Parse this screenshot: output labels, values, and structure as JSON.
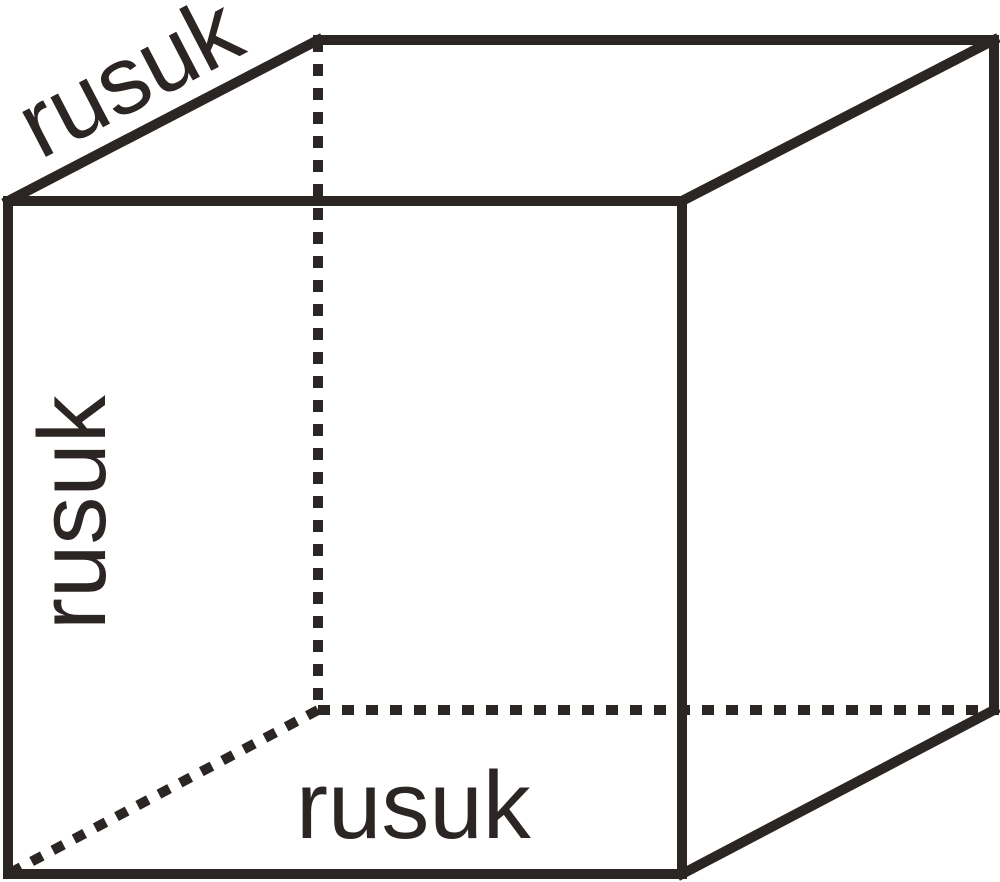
{
  "labels": {
    "top_edge": "rusuk",
    "left_edge": "rusuk",
    "bottom_edge": "rusuk"
  },
  "colors": {
    "line": "#2b2523",
    "text": "#2b2523",
    "background": "#ffffff"
  }
}
